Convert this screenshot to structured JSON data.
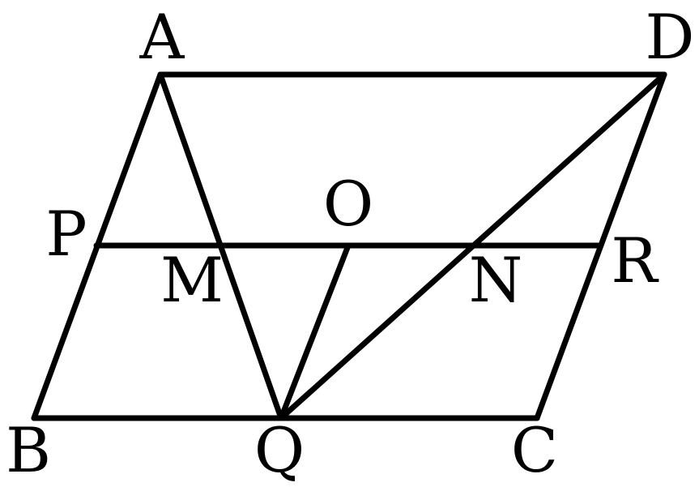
{
  "diagram": {
    "colors": {
      "stroke": "#000000",
      "background": "#ffffff"
    },
    "points": {
      "A": "A",
      "B": "B",
      "C": "C",
      "D": "D",
      "P": "P",
      "Q": "Q",
      "R": "R",
      "M": "M",
      "N": "N",
      "O": "O"
    },
    "segments": [
      [
        "A",
        "D"
      ],
      [
        "B",
        "C"
      ],
      [
        "A",
        "B"
      ],
      [
        "D",
        "C"
      ],
      [
        "P",
        "R"
      ],
      [
        "A",
        "Q"
      ],
      [
        "D",
        "Q"
      ],
      [
        "O",
        "Q"
      ]
    ]
  }
}
